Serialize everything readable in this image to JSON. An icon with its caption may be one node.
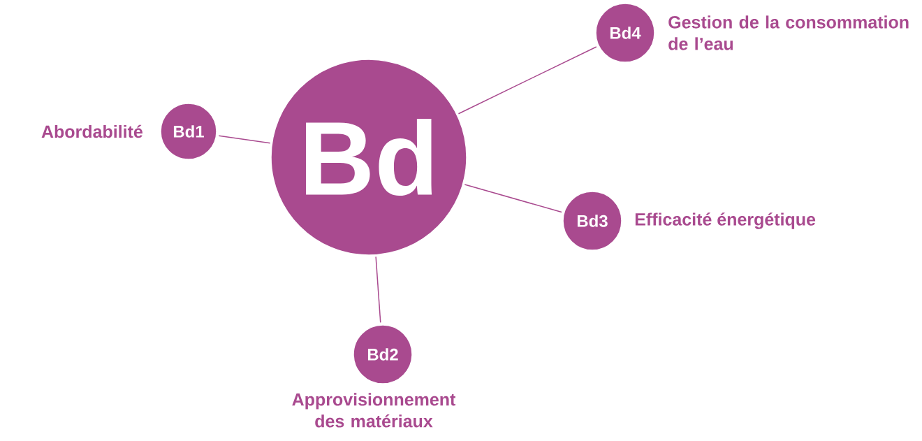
{
  "diagram": {
    "nodes": [
      {
        "text": [
          "Bd"
        ]
      },
      {
        "text": [
          "Bd1"
        ],
        "beside": [
          "Abordabilité"
        ]
      },
      {
        "text": [
          "Bd2"
        ],
        "beside": [
          "Approvisionnement des matériaux"
        ]
      },
      {
        "text": [
          "Bd3"
        ],
        "beside": [
          "Efficacité énergétique"
        ]
      },
      {
        "text": [
          "Bd4"
        ],
        "beside": [
          "Gestion de la consommation de l’eau"
        ]
      }
    ],
    "edges": [
      {
        "from": 0,
        "to": 1,
        "arrow": "none"
      },
      {
        "from": 0,
        "to": 2,
        "arrow": "none"
      },
      {
        "from": 0,
        "to": 3,
        "arrow": "none"
      },
      {
        "from": 0,
        "to": 4,
        "arrow": "none"
      }
    ]
  }
}
